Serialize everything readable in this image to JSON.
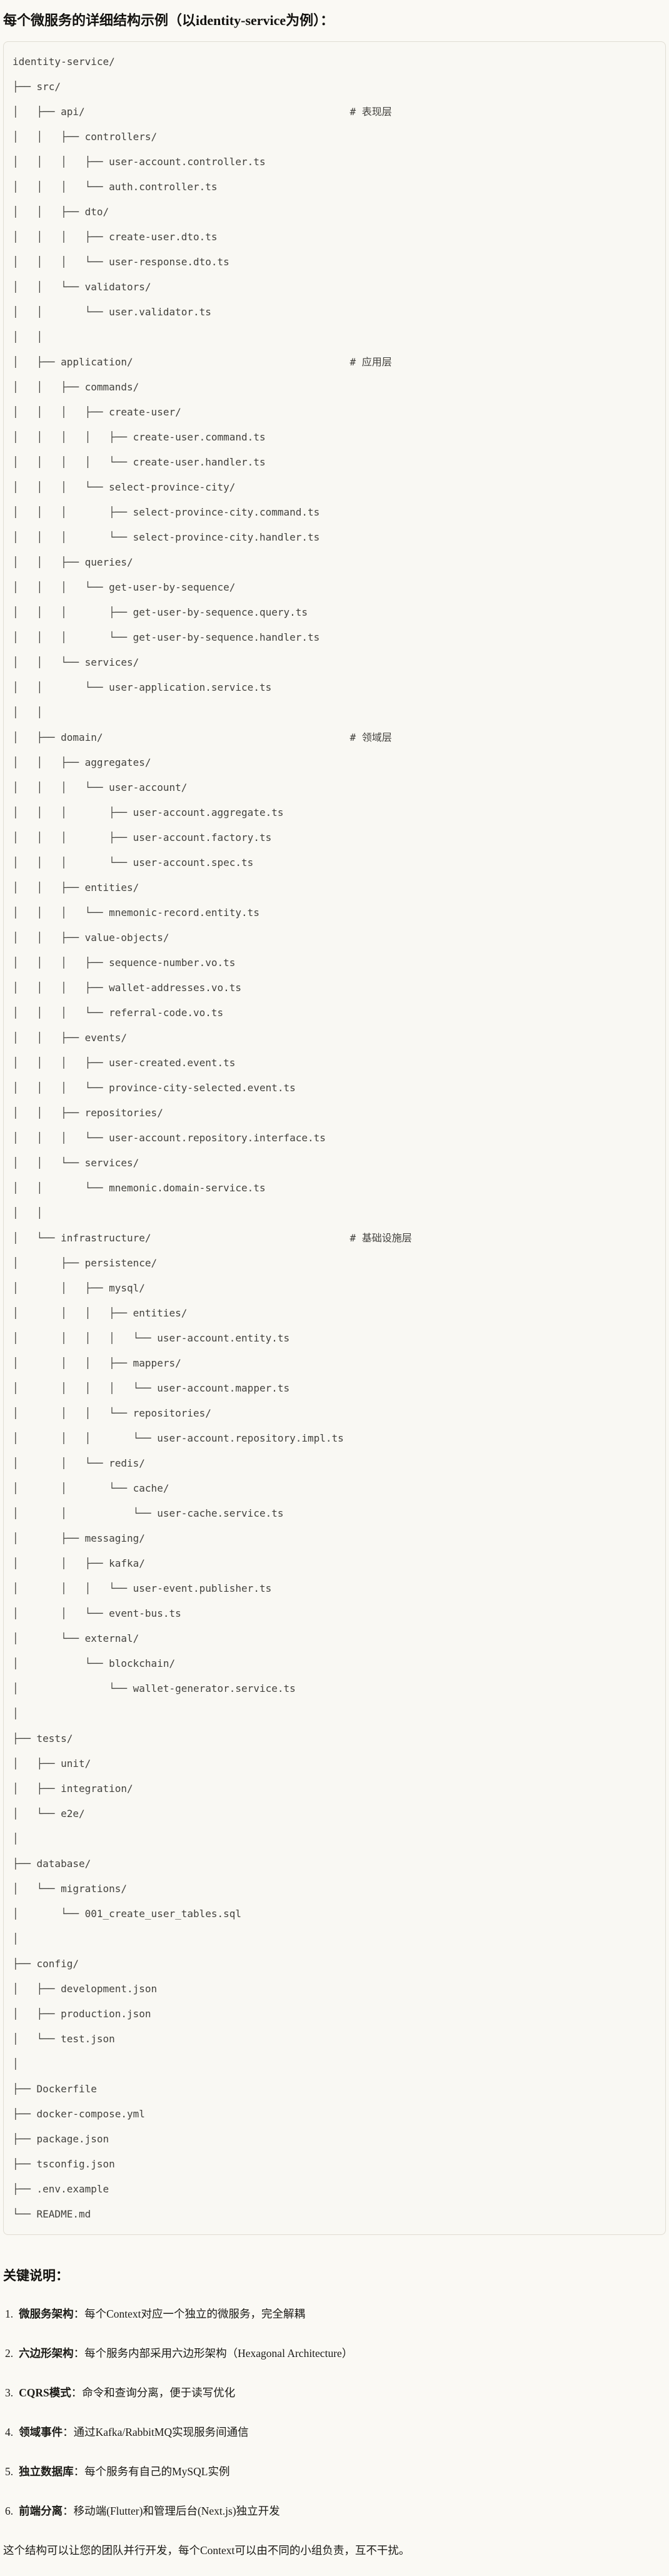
{
  "page": {
    "title": "每个微服务的详细结构示例（以identity-service为例）：",
    "tree_lines": [
      "identity-service/",
      "├── src/",
      "│   ├── api/                                            # 表现层",
      "│   │   ├── controllers/",
      "│   │   │   ├── user-account.controller.ts",
      "│   │   │   └── auth.controller.ts",
      "│   │   ├── dto/",
      "│   │   │   ├── create-user.dto.ts",
      "│   │   │   └── user-response.dto.ts",
      "│   │   └── validators/",
      "│   │       └── user.validator.ts",
      "│   │",
      "│   ├── application/                                    # 应用层",
      "│   │   ├── commands/",
      "│   │   │   ├── create-user/",
      "│   │   │   │   ├── create-user.command.ts",
      "│   │   │   │   └── create-user.handler.ts",
      "│   │   │   └── select-province-city/",
      "│   │   │       ├── select-province-city.command.ts",
      "│   │   │       └── select-province-city.handler.ts",
      "│   │   ├── queries/",
      "│   │   │   └── get-user-by-sequence/",
      "│   │   │       ├── get-user-by-sequence.query.ts",
      "│   │   │       └── get-user-by-sequence.handler.ts",
      "│   │   └── services/",
      "│   │       └── user-application.service.ts",
      "│   │",
      "│   ├── domain/                                         # 领域层",
      "│   │   ├── aggregates/",
      "│   │   │   └── user-account/",
      "│   │   │       ├── user-account.aggregate.ts",
      "│   │   │       ├── user-account.factory.ts",
      "│   │   │       └── user-account.spec.ts",
      "│   │   ├── entities/",
      "│   │   │   └── mnemonic-record.entity.ts",
      "│   │   ├── value-objects/",
      "│   │   │   ├── sequence-number.vo.ts",
      "│   │   │   ├── wallet-addresses.vo.ts",
      "│   │   │   └── referral-code.vo.ts",
      "│   │   ├── events/",
      "│   │   │   ├── user-created.event.ts",
      "│   │   │   └── province-city-selected.event.ts",
      "│   │   ├── repositories/",
      "│   │   │   └── user-account.repository.interface.ts",
      "│   │   └── services/",
      "│   │       └── mnemonic.domain-service.ts",
      "│   │",
      "│   └── infrastructure/                                 # 基础设施层",
      "│       ├── persistence/",
      "│       │   ├── mysql/",
      "│       │   │   ├── entities/",
      "│       │   │   │   └── user-account.entity.ts",
      "│       │   │   ├── mappers/",
      "│       │   │   │   └── user-account.mapper.ts",
      "│       │   │   └── repositories/",
      "│       │   │       └── user-account.repository.impl.ts",
      "│       │   └── redis/",
      "│       │       └── cache/",
      "│       │           └── user-cache.service.ts",
      "│       ├── messaging/",
      "│       │   ├── kafka/",
      "│       │   │   └── user-event.publisher.ts",
      "│       │   └── event-bus.ts",
      "│       └── external/",
      "│           └── blockchain/",
      "│               └── wallet-generator.service.ts",
      "│",
      "├── tests/",
      "│   ├── unit/",
      "│   ├── integration/",
      "│   └── e2e/",
      "│",
      "├── database/",
      "│   └── migrations/",
      "│       └── 001_create_user_tables.sql",
      "│",
      "├── config/",
      "│   ├── development.json",
      "│   ├── production.json",
      "│   └── test.json",
      "│",
      "├── Dockerfile",
      "├── docker-compose.yml",
      "├── package.json",
      "├── tsconfig.json",
      "├── .env.example",
      "└── README.md"
    ],
    "notes_heading": "关键说明：",
    "notes": [
      {
        "num": "1.",
        "term": "微服务架构",
        "text": "：每个Context对应一个独立的微服务，完全解耦"
      },
      {
        "num": "2.",
        "term": "六边形架构",
        "text": "：每个服务内部采用六边形架构（Hexagonal Architecture）"
      },
      {
        "num": "3.",
        "term": "CQRS模式",
        "text": "：命令和查询分离，便于读写优化"
      },
      {
        "num": "4.",
        "term": "领域事件",
        "text": "：通过Kafka/RabbitMQ实现服务间通信"
      },
      {
        "num": "5.",
        "term": "独立数据库",
        "text": "：每个服务有自己的MySQL实例"
      },
      {
        "num": "6.",
        "term": "前端分离",
        "text": "：移动端(Flutter)和管理后台(Next.js)独立开发"
      }
    ],
    "closing": "这个结构可以让您的团队并行开发，每个Context可以由不同的小组负责，互不干扰。"
  },
  "colors": {
    "page_background": "#faf9f4",
    "code_block_background": "#f9f8f3",
    "code_block_border": "#e0ddd3",
    "tree_text": "#42413d",
    "heading_text": "#13120f",
    "body_text": "#1b1a16"
  }
}
